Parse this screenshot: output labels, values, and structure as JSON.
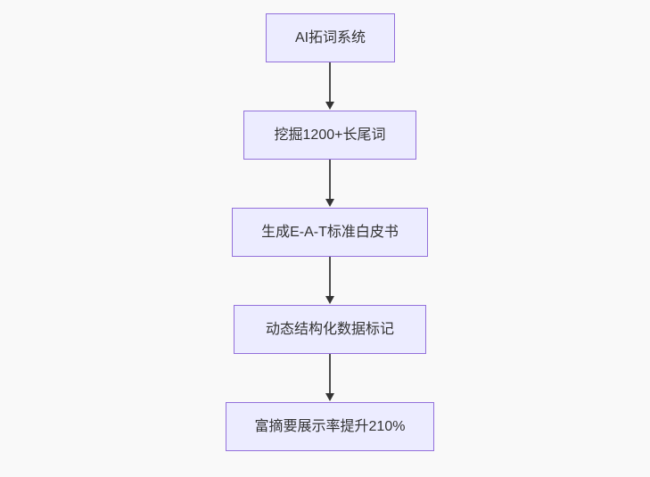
{
  "diagram": {
    "type": "flowchart",
    "direction": "top-down",
    "colors": {
      "background": "#f9f9f9",
      "node_fill": "#ECECFF",
      "node_border": "#9370DB",
      "text": "#333333",
      "arrow": "#333333"
    },
    "nodes": [
      {
        "label": "AI拓词系统"
      },
      {
        "label": "挖掘1200+长尾词"
      },
      {
        "label": "生成E-A-T标准白皮书"
      },
      {
        "label": "动态结构化数据标记"
      },
      {
        "label": "富摘要展示率提升210%"
      }
    ],
    "edges": [
      {
        "from": "AI拓词系统",
        "to": "挖掘1200+长尾词"
      },
      {
        "from": "挖掘1200+长尾词",
        "to": "生成E-A-T标准白皮书"
      },
      {
        "from": "生成E-A-T标准白皮书",
        "to": "动态结构化数据标记"
      },
      {
        "from": "动态结构化数据标记",
        "to": "富摘要展示率提升210%"
      }
    ]
  }
}
